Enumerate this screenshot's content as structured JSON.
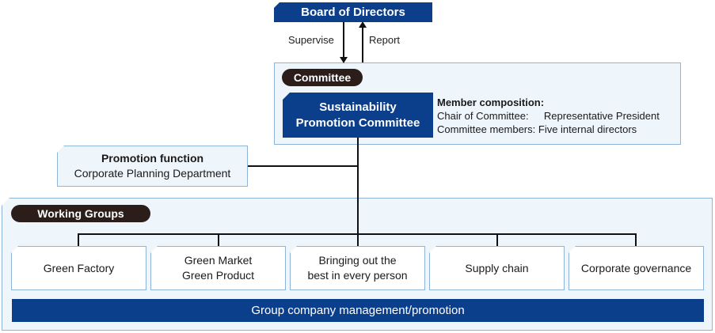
{
  "board": {
    "label": "Board of Directors"
  },
  "arrows": {
    "supervise": "Supervise",
    "report": "Report"
  },
  "committee": {
    "badge": "Committee",
    "main_line1": "Sustainability",
    "main_line2": "Promotion Committee",
    "composition_title": "Member composition:",
    "chair_label": "Chair of Committee:",
    "chair_value": "Representative President",
    "members_label": "Committee members:",
    "members_value": "Five internal directors"
  },
  "promotion": {
    "title": "Promotion function",
    "department": "Corporate Planning Department"
  },
  "working_groups": {
    "badge": "Working Groups",
    "groups": [
      {
        "line1": "Green Factory",
        "line2": ""
      },
      {
        "line1": "Green Market",
        "line2": "Green Product"
      },
      {
        "line1": "Bringing out the",
        "line2": "best in every person"
      },
      {
        "line1": "Supply chain",
        "line2": ""
      },
      {
        "line1": "Corporate governance",
        "line2": ""
      }
    ],
    "footer": "Group company management/promotion"
  },
  "colors": {
    "navy": "#0b3f8c",
    "panel": "#eef5fb",
    "panel_border": "#8fb4d8",
    "pill": "#2b1d1a"
  }
}
